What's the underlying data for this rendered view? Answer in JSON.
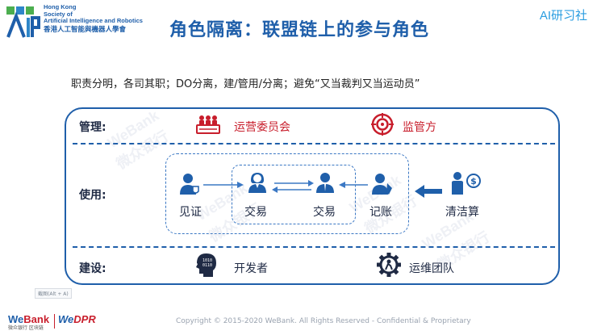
{
  "org": {
    "name_en_lines": [
      "Hong Kong",
      "Society of",
      "Artificial Intelligence and Robotics"
    ],
    "name_zh": "香港人工智能與機器人學會"
  },
  "title": "角色隔离：联盟链上的参与角色",
  "brand": "AI研习社",
  "subtitle": "职责分明，各司其职；DO分离，建/管用/分离；避免“又当裁判又当运动员”",
  "rows": {
    "manage": {
      "label": "管理:",
      "items": [
        {
          "label": "运营委员会",
          "icon": "committee-icon"
        },
        {
          "label": "监管方",
          "icon": "target-icon"
        }
      ]
    },
    "use": {
      "label": "使用:",
      "items": [
        {
          "label": "见证",
          "icon": "witness-user-icon"
        },
        {
          "label": "交易",
          "icon": "trader-female-icon"
        },
        {
          "label": "交易",
          "icon": "trader-male-icon"
        },
        {
          "label": "记账",
          "icon": "bookkeeper-icon"
        },
        {
          "label": "清洁算",
          "icon": "clearing-user-icon"
        }
      ]
    },
    "build": {
      "label": "建设:",
      "items": [
        {
          "label": "开发者",
          "icon": "developer-head-icon"
        },
        {
          "label": "运维团队",
          "icon": "ops-gear-icon"
        }
      ]
    }
  },
  "colors": {
    "primary_blue": "#1f5faa",
    "accent_red": "#c81e2c",
    "arrow_blue": "#3b78c4"
  },
  "watermarks": [
    "WeBank",
    "微众银行"
  ],
  "shortcut_hint": "截图(Alt + A)",
  "footer": {
    "logo_webank_we": "We",
    "logo_webank_bank": "Bank",
    "logo_webank_sub": "微众银行 区块链",
    "logo_wedpr_we": "We",
    "logo_wedpr_dpr": "DPR",
    "copyright": "Copyright © 2015-2020 WeBank. All Rights Reserved - Confidential & Proprietary"
  }
}
